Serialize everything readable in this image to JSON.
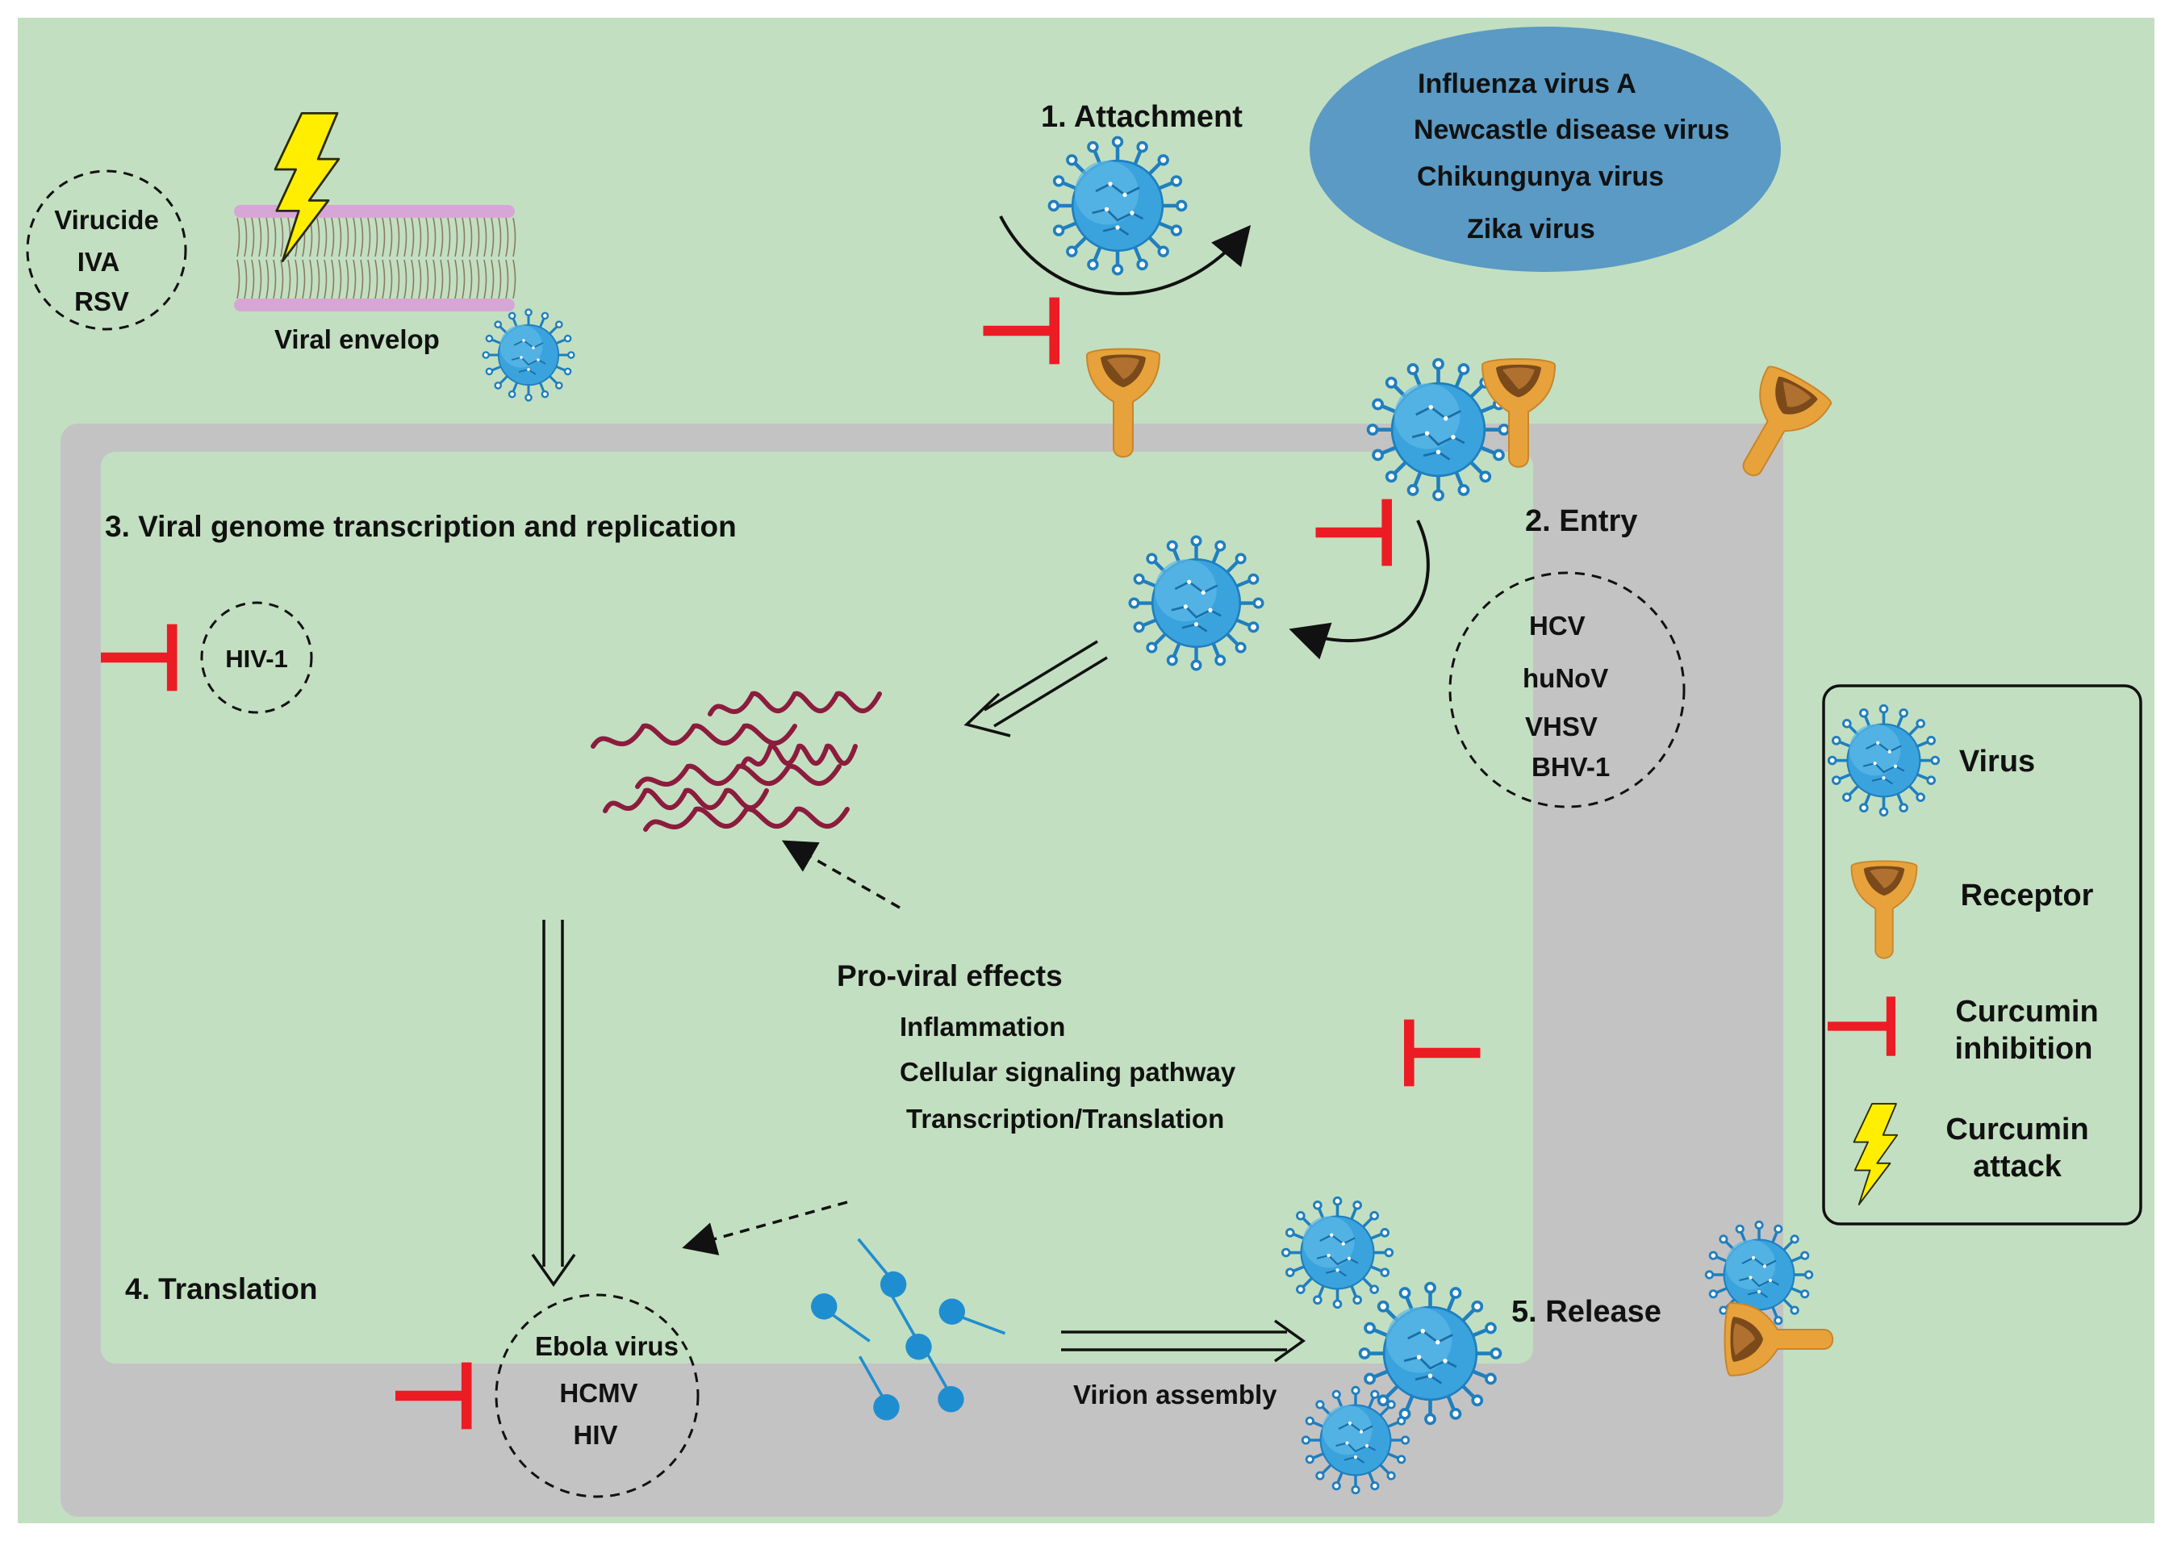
{
  "colors": {
    "background": "#c3dfc1",
    "cell_membrane": "#c4c3c3",
    "cytoplasm": "#c3dfc1",
    "inhibition": "#ec1c24",
    "virus": "#2f9bd7",
    "receptor": "#e8a23c",
    "lightning": "#ffee00",
    "host_ellipse": "#5a9ac4",
    "rna": "#8b1c3e",
    "lipid_head": "#d7a6d6"
  },
  "stages": {
    "attachment": "1. Attachment",
    "entry": "2. Entry",
    "replication": "3. Viral genome transcription and replication",
    "translation": "4. Translation",
    "release": "5. Release"
  },
  "virucide_group": [
    "Virucide",
    "IVA",
    "RSV"
  ],
  "viral_envelope_label": "Viral envelop",
  "attachment_viruses": [
    "Influenza virus A",
    "Newcastle disease virus",
    "Chikungunya virus",
    "Zika virus"
  ],
  "entry_viruses": [
    "HCV",
    "huNoV",
    "VHSV",
    "BHV-1"
  ],
  "replication_viruses": [
    "HIV-1"
  ],
  "translation_viruses": [
    "Ebola virus",
    "HCMV",
    "HIV"
  ],
  "pro_viral": {
    "title": "Pro-viral effects",
    "items": [
      "Inflammation",
      "Cellular signaling pathway",
      "Transcription/Translation"
    ]
  },
  "virion_assembly_label": "Virion assembly",
  "legend": [
    {
      "icon": "virus-icon",
      "label_lines": [
        "Virus"
      ]
    },
    {
      "icon": "receptor-icon",
      "label_lines": [
        "Receptor"
      ]
    },
    {
      "icon": "inhibition-icon",
      "label_lines": [
        "Curcumin",
        "inhibition"
      ]
    },
    {
      "icon": "lightning-icon",
      "label_lines": [
        "Curcumin",
        "attack"
      ]
    }
  ]
}
